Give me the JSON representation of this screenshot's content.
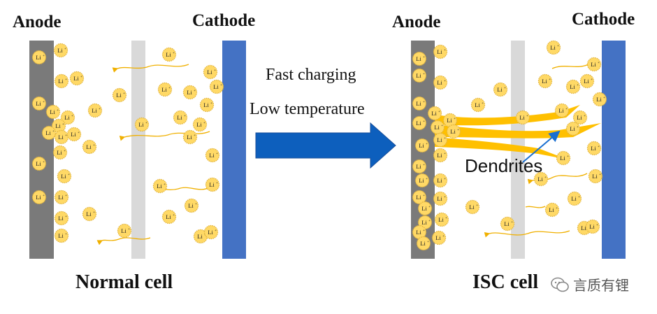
{
  "left_panel": {
    "anode_label": "Anode",
    "cathode_label": "Cathode",
    "caption": "Normal cell"
  },
  "middle": {
    "line1": "Fast charging",
    "line2": "Low temperature"
  },
  "right_panel": {
    "anode_label": "Anode",
    "cathode_label": "Cathode",
    "caption": "ISC cell",
    "dendrites_label": "Dendrites"
  },
  "ion_label": "Li",
  "watermark": "言质有锂",
  "colors": {
    "anode": "#7a7a7a",
    "separator": "#d9d9d9",
    "cathode": "#4472c4",
    "ion_fill": "#ffd966",
    "ion_stroke": "#e0b23a",
    "dendrite": "#ffc000",
    "arrow": "#0d5fbd",
    "trail": "#f0b000"
  }
}
